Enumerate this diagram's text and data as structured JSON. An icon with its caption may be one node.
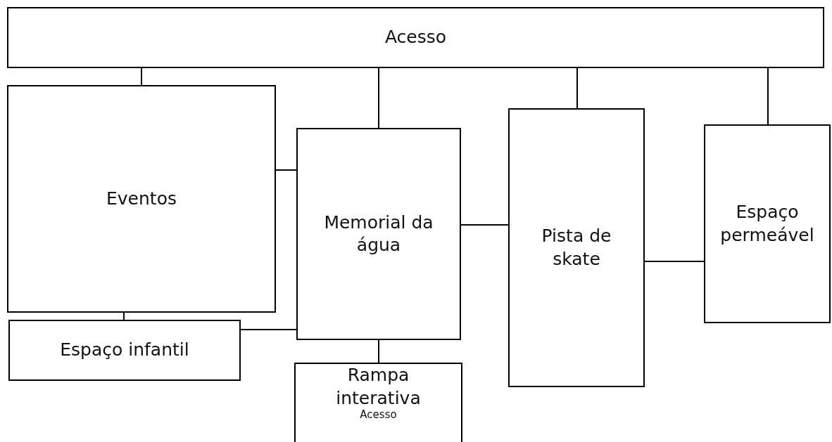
{
  "diagram": {
    "nodes": [
      {
        "text": [
          "Acesso"
        ]
      },
      {
        "text": [
          "Eventos"
        ]
      },
      {
        "text": [
          "Memorial da água"
        ]
      },
      {
        "text": [
          "Pista de skate"
        ]
      },
      {
        "text": [
          "Espaço permeável"
        ]
      },
      {
        "text": [
          "Espaço infantil"
        ]
      },
      {
        "text": [
          "Rampa interativa",
          "Acesso"
        ]
      }
    ],
    "edges": [
      {
        "from": 0,
        "to": 1,
        "arrow": "none"
      },
      {
        "from": 0,
        "to": 2,
        "arrow": "none"
      },
      {
        "from": 0,
        "to": 3,
        "arrow": "none"
      },
      {
        "from": 0,
        "to": 4,
        "arrow": "none"
      },
      {
        "from": 1,
        "to": 2,
        "arrow": "none"
      },
      {
        "from": 2,
        "to": 3,
        "arrow": "none"
      },
      {
        "from": 3,
        "to": 4,
        "arrow": "none"
      },
      {
        "from": 1,
        "to": 5,
        "arrow": "none"
      },
      {
        "from": 5,
        "to": 2,
        "arrow": "none"
      },
      {
        "from": 2,
        "to": 6,
        "arrow": "none"
      }
    ]
  }
}
